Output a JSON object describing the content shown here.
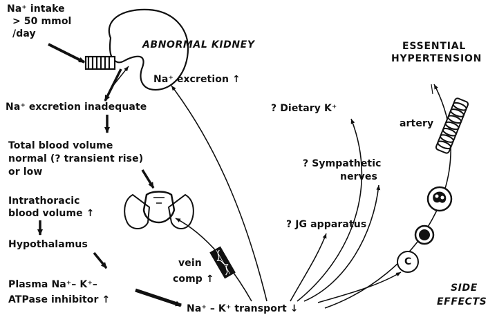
{
  "left_chain": {
    "intake_line1": "Na⁺ intake",
    "intake_line2": "> 50 mmol",
    "intake_line3": "/day",
    "excretion_inadequate": "Na⁺ excretion inadequate",
    "blood_volume_line1": "Total blood volume",
    "blood_volume_line2": "normal (? transient rise)",
    "blood_volume_line3": "or low",
    "intrathoracic_line1": "Intrathoracic",
    "intrathoracic_line2": "blood volume ↑",
    "hypothalamus": "Hypothalamus",
    "inhibitor_line1": "Plasma Na⁺– K⁺–",
    "inhibitor_line2": "ATPase inhibitor ↑"
  },
  "kidney": {
    "title": "ABNORMAL KIDNEY",
    "excretion_rise": "Na⁺ excretion ↑"
  },
  "center": {
    "vein_label": "vein",
    "comp_label": "comp ↑",
    "transport": "Na⁺ – K⁺ transport ↓"
  },
  "effects": {
    "dietary_k": "? Dietary K⁺",
    "sympathetic_line1": "? Sympathetic",
    "sympathetic_line2": "nerves",
    "jg_apparatus": "? JG apparatus",
    "artery_label": "artery",
    "cell_marker_c": "C",
    "side_effects_line1": "SIDE",
    "side_effects_line2": "EFFECTS"
  },
  "outcome": {
    "line1": "ESSENTIAL",
    "line2": "HYPERTENSION"
  },
  "colors": {
    "ink": "#111111",
    "paper": "#ffffff"
  }
}
